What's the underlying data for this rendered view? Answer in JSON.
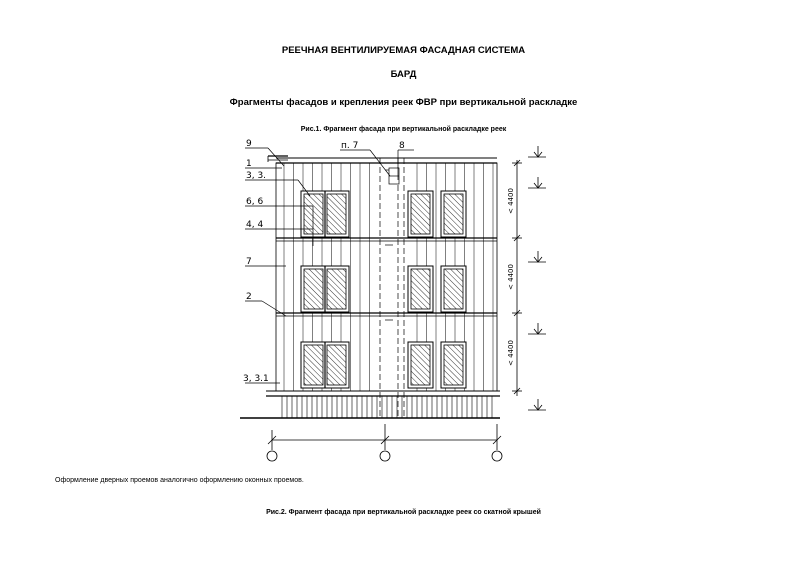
{
  "header": {
    "title_line1": "РЕЕЧНАЯ ВЕНТИЛИРУЕМАЯ ФАСАДНАЯ СИСТЕМА",
    "title_line2": "БАРД",
    "subtitle": "Фрагменты фасадов и крепления реек ФВР при вертикальной раскладке"
  },
  "figure1": {
    "caption": "Рис.1. Фрагмент фасада при вертикальной раскладке реек",
    "callouts": {
      "c9": "9",
      "c1": "1",
      "c33": "3, 3.",
      "c66": "6, 6",
      "c44": "4, 4",
      "c7": "7",
      "c2": "2",
      "c31": "3, 3.1",
      "cp7": "п. 7",
      "c8": "8"
    },
    "dimensions": {
      "d1": "< 4400",
      "d2": "< 4400",
      "d3": "< 4400"
    }
  },
  "note": "Оформление дверных проемов аналогично оформлению оконных проемов.",
  "figure2": {
    "caption": "Рис.2. Фрагмент фасада при вертикальной раскладке реек со скатной крышей"
  },
  "colors": {
    "line": "#000000",
    "background": "#ffffff"
  }
}
